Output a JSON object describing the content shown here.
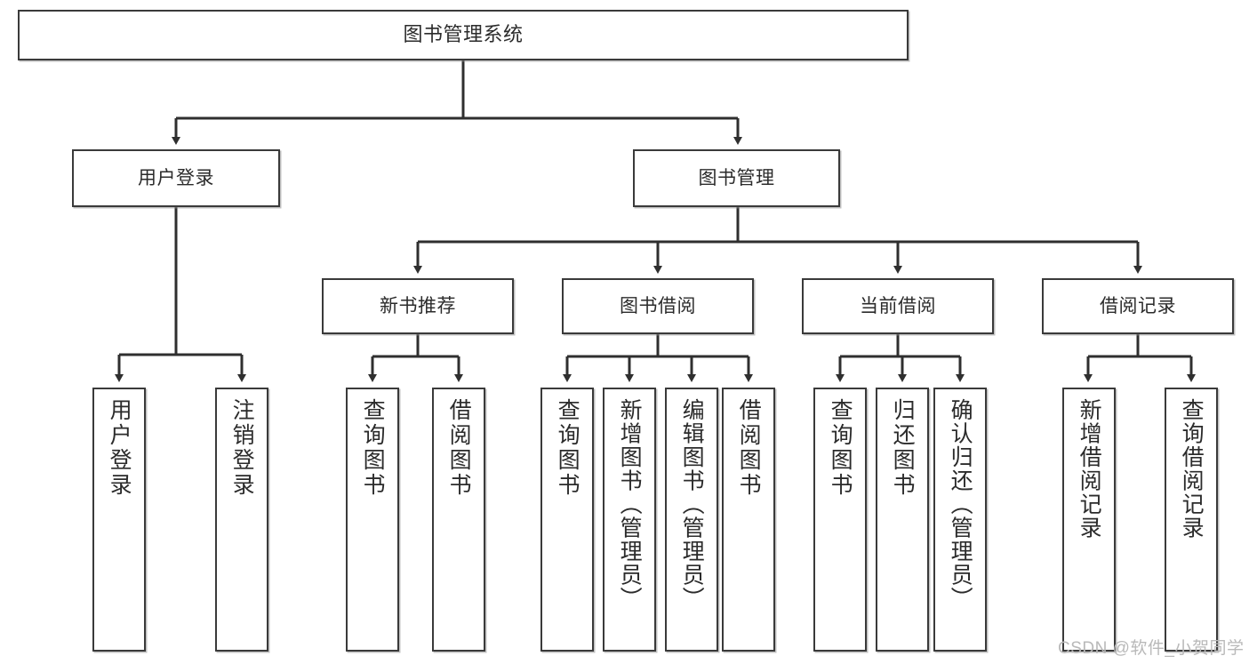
{
  "diagram": {
    "title": "图书管理系统",
    "type": "hierarchy-tree",
    "root": {
      "label": "图书管理系统"
    },
    "level2": [
      {
        "label": "用户登录"
      },
      {
        "label": "图书管理"
      }
    ],
    "level3": [
      {
        "label": "新书推荐"
      },
      {
        "label": "图书借阅"
      },
      {
        "label": "当前借阅"
      },
      {
        "label": "借阅记录"
      }
    ],
    "leaves": {
      "user_login": [
        {
          "label": "用户登录"
        },
        {
          "label": "注销登录"
        }
      ],
      "new_book_recommend": [
        {
          "label": "查询图书"
        },
        {
          "label": "借阅图书"
        }
      ],
      "book_borrow": [
        {
          "label": "查询图书"
        },
        {
          "label": "新增图书（管理员）"
        },
        {
          "label": "编辑图书（管理员）"
        },
        {
          "label": "借阅图书"
        }
      ],
      "current_borrow": [
        {
          "label": "查询图书"
        },
        {
          "label": "归还图书"
        },
        {
          "label": "确认归还（管理员）"
        }
      ],
      "borrow_record": [
        {
          "label": "新增借阅记录"
        },
        {
          "label": "查询借阅记录"
        }
      ]
    }
  },
  "watermark": {
    "text": "CSDN @软件_小贺同学"
  },
  "colors": {
    "box_border": "#3a3a3a",
    "box_fill": "#ffffff",
    "line": "#2f2f2f",
    "text": "#2b2b2b",
    "watermark": "#b9b9b9"
  }
}
